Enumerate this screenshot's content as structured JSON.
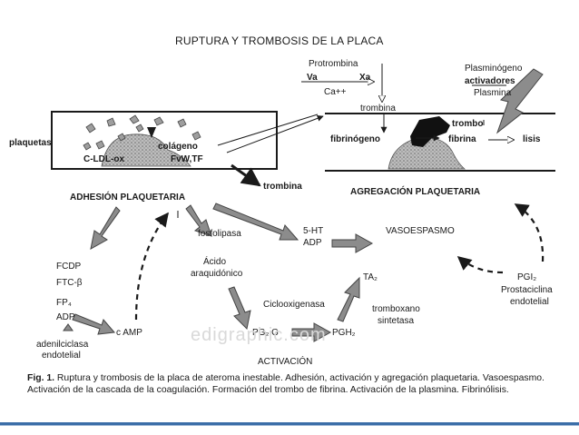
{
  "title": "RUPTURA Y TROMBOSIS DE LA  PLACA",
  "top": {
    "protrombina": "Protrombina",
    "va": "Va",
    "xa": "Xa",
    "ca": "Ca++",
    "trombina": "trombina",
    "plasminogeno": "Plasminógeno",
    "activadores": "activadores",
    "plasmina": "Plasmina"
  },
  "left_vessel": {
    "plaquetas": "plaquetas",
    "colageno": "colágeno",
    "cldl": "C-LDL-ox",
    "fvw": "FvW,TF"
  },
  "right_vessel": {
    "fibrinogeno": "fibrinógeno",
    "trombo": "trombo",
    "fibrina": "fibrina",
    "lisis": "lisis"
  },
  "middle": {
    "trombina2": "trombina",
    "adhesion": "ADHESIÓN  PLAQUETARIA",
    "agregacion": "AGREGACIÓN  PLAQUETARIA",
    "fosfolipasa": "fosfolipasa",
    "ht": "5-HT",
    "adp_mid": "ADP",
    "vasoespasmo": "VASOESPASMO",
    "acido1": "Ácido",
    "acido2": "araquidónico",
    "ta2": "TA₂",
    "pgi2": "PGI₂",
    "prostaciclina": "Prostaciclina",
    "endotelial_r": "endotelial",
    "ciclooxigenasa": "Ciclooxigenasa",
    "tromboxano": "tromboxano",
    "sintetasa": "sintetasa",
    "pg": "PG₂ G",
    "pgh": "PGH₂",
    "activacion": "ACTIVACIÓN"
  },
  "left_list": {
    "fcdp": "FCDP",
    "ftc": "FTC-β",
    "fp4": "FP₄",
    "adp": "ADP",
    "camp": "c AMP",
    "adenil": "adenilciclasa",
    "endotelial_l": "endotelial"
  },
  "watermark": "edigraphic.com",
  "caption": {
    "label": "Fig. 1.",
    "text": " Ruptura y trombosis de la placa de ateroma inestable. Adhesión, activación y agregación plaquetaria. Vasoespasmo. Activación de la cascada de la coagulación. Formación del trombo de fibrina. Activación de la plasmina. Fibrinólisis."
  },
  "colors": {
    "arrow_fill": "#8c8c8c",
    "arrow_stroke": "#444444",
    "accent_line": "#3b6ea8"
  }
}
